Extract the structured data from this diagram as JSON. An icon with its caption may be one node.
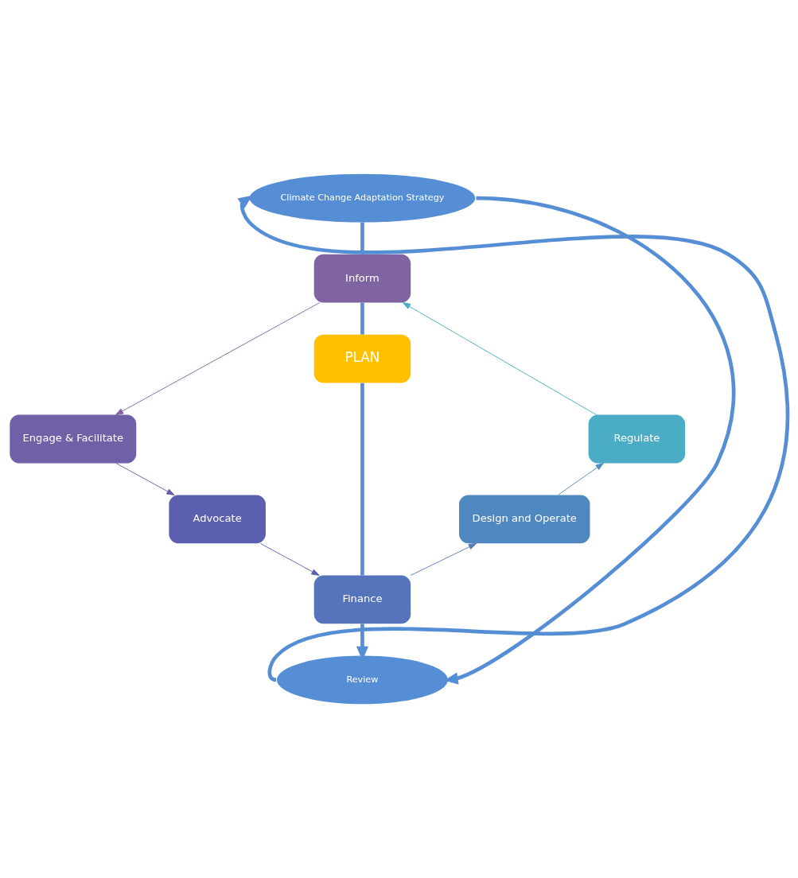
{
  "diagram": {
    "nodes": [
      {
        "text": [
          "Climate Change Adaptation Strategy"
        ]
      },
      {
        "text": [
          "Inform"
        ]
      },
      {
        "text": [
          "Regulate"
        ]
      },
      {
        "text": [
          "PLAN"
        ]
      },
      {
        "text": [
          "Engage & Facilitate"
        ]
      },
      {
        "text": [
          "Design and Operate"
        ]
      },
      {
        "text": [
          "Advocate"
        ]
      },
      {
        "text": [
          "Finance"
        ]
      },
      {
        "text": [
          "Review"
        ]
      }
    ],
    "edges": [
      {
        "from": 0,
        "to": 1,
        "arrow": "none",
        "style": "thick"
      },
      {
        "from": 1,
        "to": 3,
        "arrow": "none",
        "style": "thick"
      },
      {
        "from": 3,
        "to": 7,
        "arrow": "none",
        "style": "thick"
      },
      {
        "from": 7,
        "to": 8,
        "arrow": "to",
        "style": "thick"
      },
      {
        "from": 1,
        "to": 4,
        "arrow": "to",
        "color": "#7f63a1"
      },
      {
        "from": 4,
        "to": 6,
        "arrow": "to",
        "color": "#6a5aa8"
      },
      {
        "from": 6,
        "to": 7,
        "arrow": "to",
        "color": "#5b5fb0"
      },
      {
        "from": 7,
        "to": 5,
        "arrow": "to",
        "color": "#5a7ab8"
      },
      {
        "from": 5,
        "to": 2,
        "arrow": "to",
        "color": "#4f8fc0"
      },
      {
        "from": 2,
        "to": 1,
        "arrow": "to",
        "color": "#4aaac4"
      },
      {
        "from": 0,
        "to": 8,
        "arrow": "to",
        "style": "thick"
      },
      {
        "from": 8,
        "to": 0,
        "arrow": "to",
        "style": "thick"
      }
    ]
  }
}
